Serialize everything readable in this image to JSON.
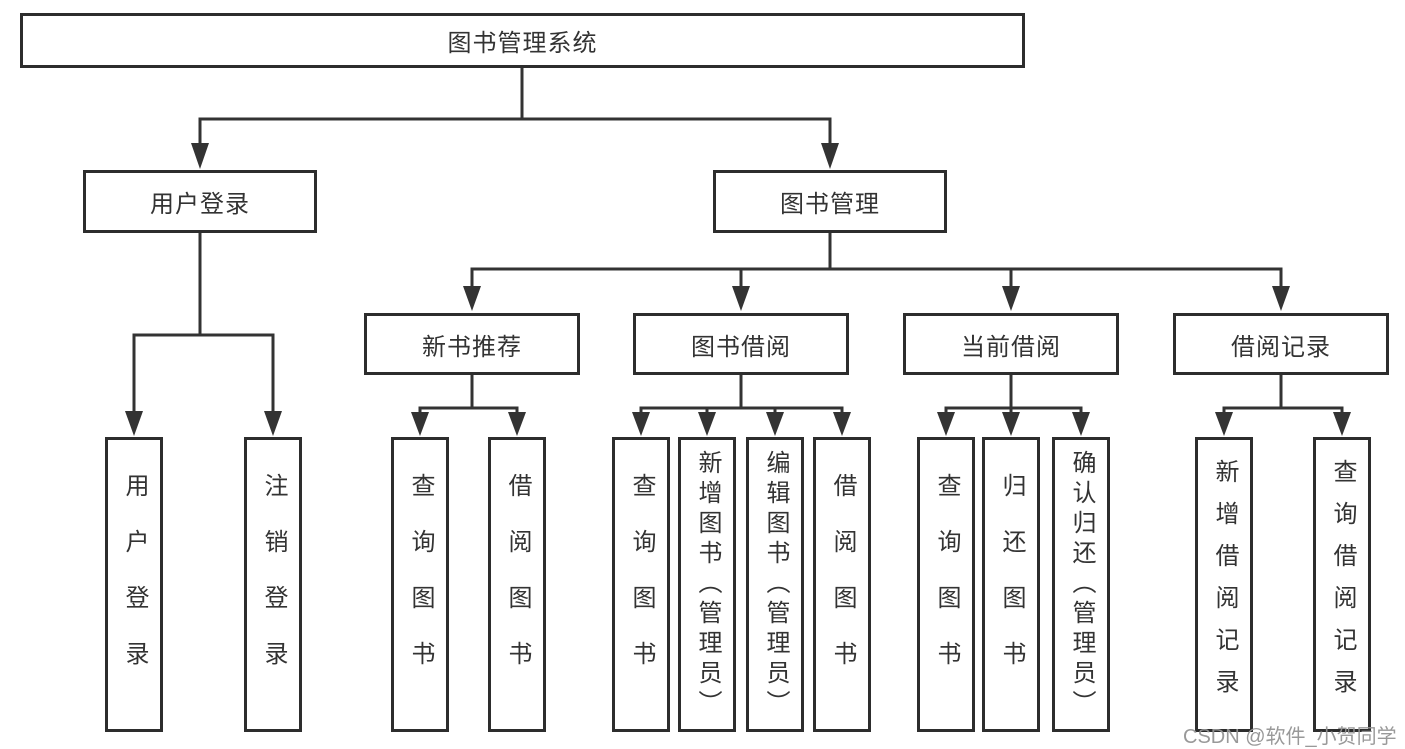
{
  "diagram_type": "hierarchy-tree",
  "tree": {
    "label": "图书管理系统",
    "children": [
      {
        "label": "用户登录",
        "children": [
          {
            "label": "用户登录"
          },
          {
            "label": "注销登录"
          }
        ]
      },
      {
        "label": "图书管理",
        "children": [
          {
            "label": "新书推荐",
            "children": [
              {
                "label": "查询图书"
              },
              {
                "label": "借阅图书"
              }
            ]
          },
          {
            "label": "图书借阅",
            "children": [
              {
                "label": "查询图书"
              },
              {
                "label": "新增图书（管理员）"
              },
              {
                "label": "编辑图书（管理员）"
              },
              {
                "label": "借阅图书"
              }
            ]
          },
          {
            "label": "当前借阅",
            "children": [
              {
                "label": "查询图书"
              },
              {
                "label": "归还图书"
              },
              {
                "label": "确认归还（管理员）"
              }
            ]
          },
          {
            "label": "借阅记录",
            "children": [
              {
                "label": "新增借阅记录"
              },
              {
                "label": "查询借阅记录"
              }
            ]
          }
        ]
      }
    ]
  },
  "watermark": "CSDN @软件_小贺同学",
  "colors": {
    "line": "#333333",
    "box_border": "#2d2d2d",
    "text": "#333333",
    "watermark": "#949494",
    "background": "#ffffff"
  }
}
